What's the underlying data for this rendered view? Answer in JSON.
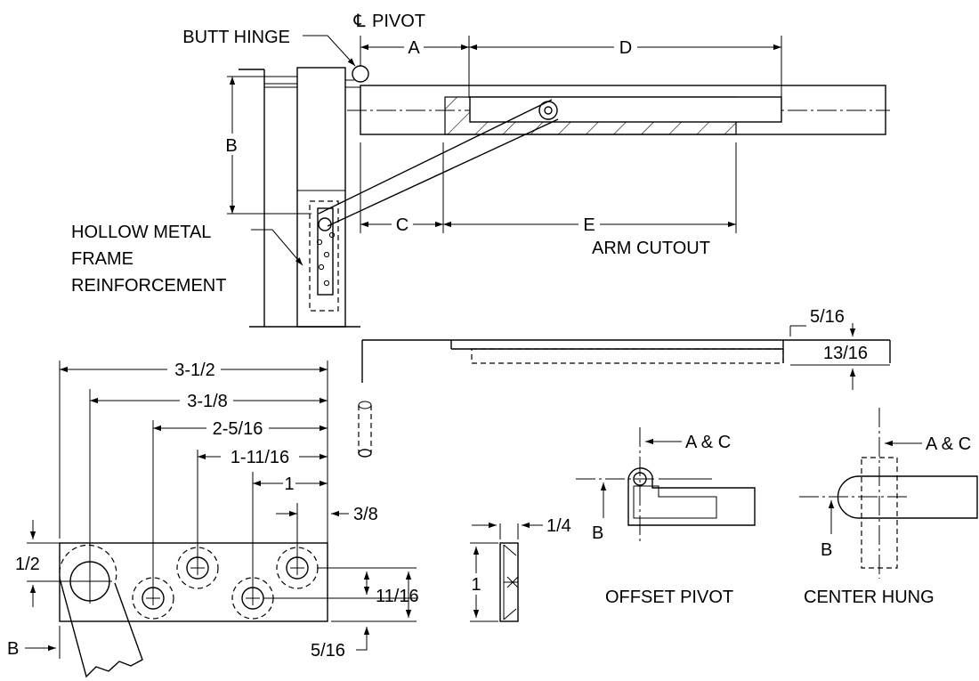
{
  "labels": {
    "centerline_symbol": "℄",
    "pivot": "PIVOT",
    "butt_hinge": "BUTT HINGE",
    "dim_a": "A",
    "dim_b": "B",
    "dim_c": "C",
    "dim_d": "D",
    "dim_e": "E",
    "hollow_metal_1": "HOLLOW METAL",
    "hollow_metal_2": "FRAME",
    "hollow_metal_3": "REINFORCEMENT",
    "arm_cutout": "ARM CUTOUT",
    "d_5_16_top": "5/16",
    "d_13_16": "13/16",
    "d_3_1_2": "3-1/2",
    "d_3_1_8": "3-1/8",
    "d_2_5_16": "2-5/16",
    "d_1_11_16": "1-11/16",
    "d_1_top": "1",
    "d_3_8": "3/8",
    "d_1_2": "1/2",
    "d_11_16": "11/16",
    "d_5_16_bottom": "5/16",
    "b_bottom": "B",
    "d_1_4": "1/4",
    "d_1_side": "1",
    "a_and_c_offset": "A & C",
    "a_and_c_center": "A & C",
    "b_offset": "B",
    "b_center": "B",
    "offset_pivot": "OFFSET PIVOT",
    "center_hung": "CENTER HUNG"
  },
  "colors": {
    "line": "#000000",
    "background": "#ffffff"
  },
  "icons": {
    "arrowhead": "arrow-icon"
  }
}
